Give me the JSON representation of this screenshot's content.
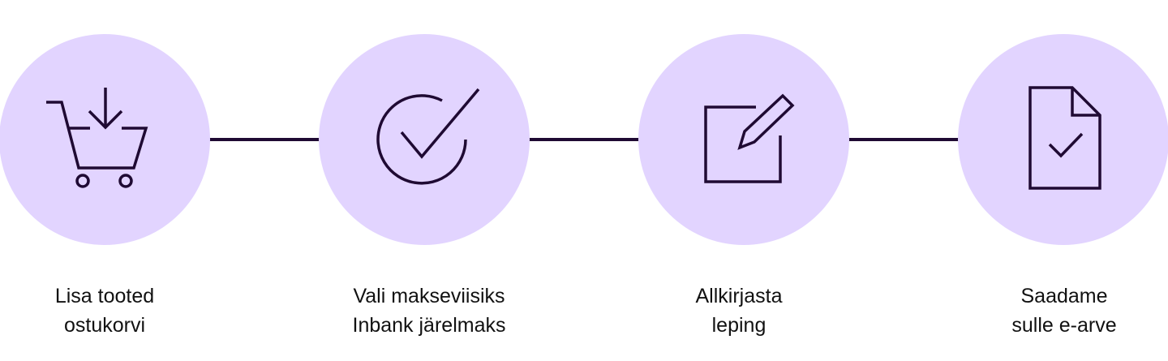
{
  "colors": {
    "circle": "#e2d4ff",
    "line": "#1f0a33",
    "text": "#111111"
  },
  "steps": [
    {
      "icon": "cart-download-icon",
      "line1": "Lisa tooted",
      "line2": "ostukorvi"
    },
    {
      "icon": "check-circle-icon",
      "line1": "Vali makseviisiks",
      "line2": "Inbank järelmaks"
    },
    {
      "icon": "edit-sign-icon",
      "line1": "Allkirjasta",
      "line2": "leping"
    },
    {
      "icon": "document-check-icon",
      "line1": "Saadame",
      "line2": "sulle e-arve"
    }
  ]
}
